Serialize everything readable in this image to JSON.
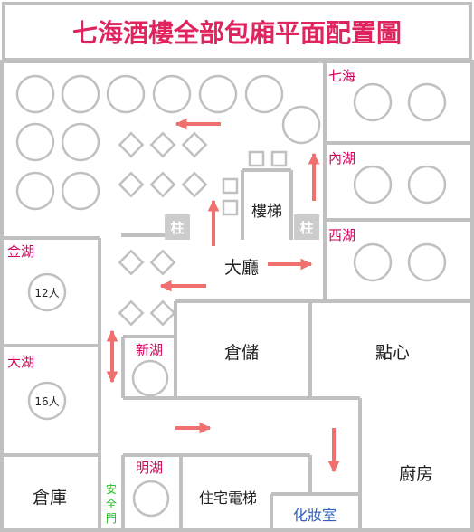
{
  "title": "七海酒樓全部包廂平面配置圖",
  "colors": {
    "wall": "#c0c0c0",
    "title": "#e0245e",
    "room_label": "#d2005a",
    "arrow": "#f07070",
    "exit": "#22bb22",
    "restroom": "#3060c0",
    "text": "#222222",
    "table_stroke": "#c0c0c0"
  },
  "rooms": {
    "qihai": "七海",
    "neihu": "內湖",
    "xihu": "西湖",
    "jinhu": "金湖",
    "dahu": "大湖",
    "xinhu": "新湖",
    "minghu": "明湖"
  },
  "table_labels": {
    "jinhu": "12人",
    "dahu": "16人"
  },
  "areas": {
    "stairs": "樓梯",
    "pillar": "柱",
    "hall": "大廳",
    "storage": "倉儲",
    "pastry": "點心",
    "kitchen": "廚房",
    "warehouse": "倉庫",
    "exit": "安全門",
    "elevator": "住宅電梯",
    "restroom": "化妝室"
  }
}
